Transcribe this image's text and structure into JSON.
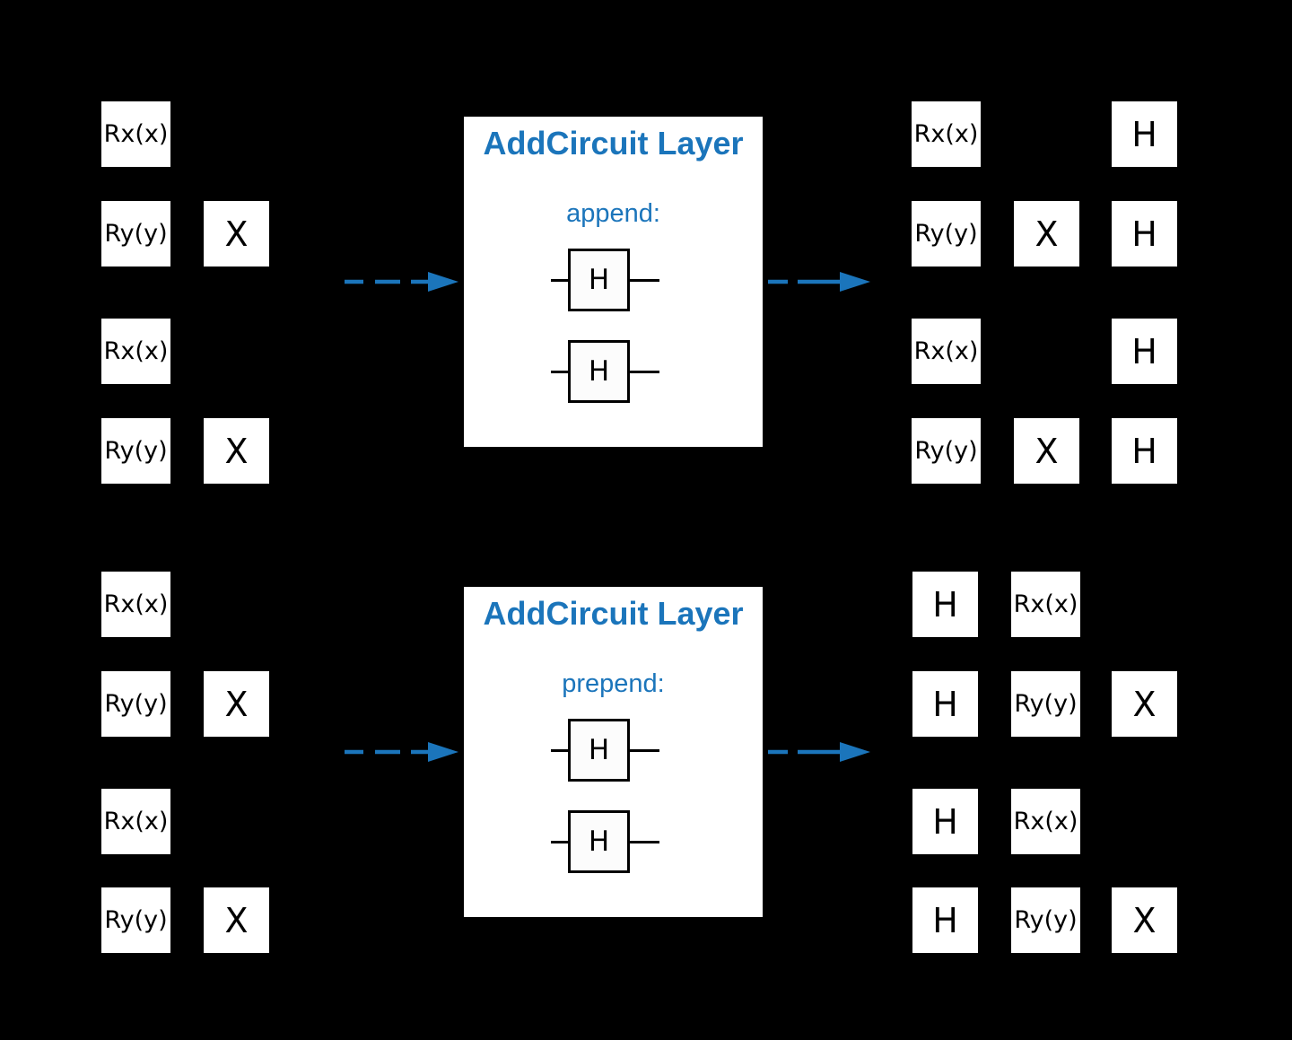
{
  "diagram": {
    "background": "#000000",
    "accent": "#1b75bb",
    "gate_box_color": "#ffffff",
    "gate_text_color": "#000000",
    "panels": [
      {
        "id": "append",
        "title": "AddCircuit Layer",
        "operation": "append:",
        "inner_gates": [
          "H",
          "H"
        ]
      },
      {
        "id": "prepend",
        "title": "AddCircuit Layer",
        "operation": "prepend:",
        "inner_gates": [
          "H",
          "H"
        ]
      }
    ],
    "circuits": {
      "top_input": {
        "gates": [
          {
            "label": "Rx(x)",
            "qubit": 1,
            "moment": 1
          },
          {
            "label": "Ry(y)",
            "qubit": 2,
            "moment": 1
          },
          {
            "label": "X",
            "qubit": 2,
            "moment": 2
          },
          {
            "label": "Rx(x)",
            "qubit": 3,
            "moment": 1
          },
          {
            "label": "Ry(y)",
            "qubit": 4,
            "moment": 1
          },
          {
            "label": "X",
            "qubit": 4,
            "moment": 2
          }
        ]
      },
      "top_output": {
        "gates": [
          {
            "label": "Rx(x)",
            "qubit": 1,
            "moment": 1
          },
          {
            "label": "H",
            "qubit": 1,
            "moment": 3
          },
          {
            "label": "Ry(y)",
            "qubit": 2,
            "moment": 1
          },
          {
            "label": "X",
            "qubit": 2,
            "moment": 2
          },
          {
            "label": "H",
            "qubit": 2,
            "moment": 3
          },
          {
            "label": "Rx(x)",
            "qubit": 3,
            "moment": 1
          },
          {
            "label": "H",
            "qubit": 3,
            "moment": 3
          },
          {
            "label": "Ry(y)",
            "qubit": 4,
            "moment": 1
          },
          {
            "label": "X",
            "qubit": 4,
            "moment": 2
          },
          {
            "label": "H",
            "qubit": 4,
            "moment": 3
          }
        ]
      },
      "bottom_input": {
        "gates": [
          {
            "label": "Rx(x)",
            "qubit": 1,
            "moment": 1
          },
          {
            "label": "Ry(y)",
            "qubit": 2,
            "moment": 1
          },
          {
            "label": "X",
            "qubit": 2,
            "moment": 2
          },
          {
            "label": "Rx(x)",
            "qubit": 3,
            "moment": 1
          },
          {
            "label": "Ry(y)",
            "qubit": 4,
            "moment": 1
          },
          {
            "label": "X",
            "qubit": 4,
            "moment": 2
          }
        ]
      },
      "bottom_output": {
        "gates": [
          {
            "label": "H",
            "qubit": 1,
            "moment": 1
          },
          {
            "label": "Rx(x)",
            "qubit": 1,
            "moment": 2
          },
          {
            "label": "H",
            "qubit": 2,
            "moment": 1
          },
          {
            "label": "Ry(y)",
            "qubit": 2,
            "moment": 2
          },
          {
            "label": "X",
            "qubit": 2,
            "moment": 3
          },
          {
            "label": "H",
            "qubit": 3,
            "moment": 1
          },
          {
            "label": "Rx(x)",
            "qubit": 3,
            "moment": 2
          },
          {
            "label": "H",
            "qubit": 4,
            "moment": 1
          },
          {
            "label": "Ry(y)",
            "qubit": 4,
            "moment": 2
          },
          {
            "label": "X",
            "qubit": 4,
            "moment": 3
          }
        ]
      }
    },
    "arrows": {
      "style": "dashed",
      "direction": "right",
      "count": 4
    }
  }
}
